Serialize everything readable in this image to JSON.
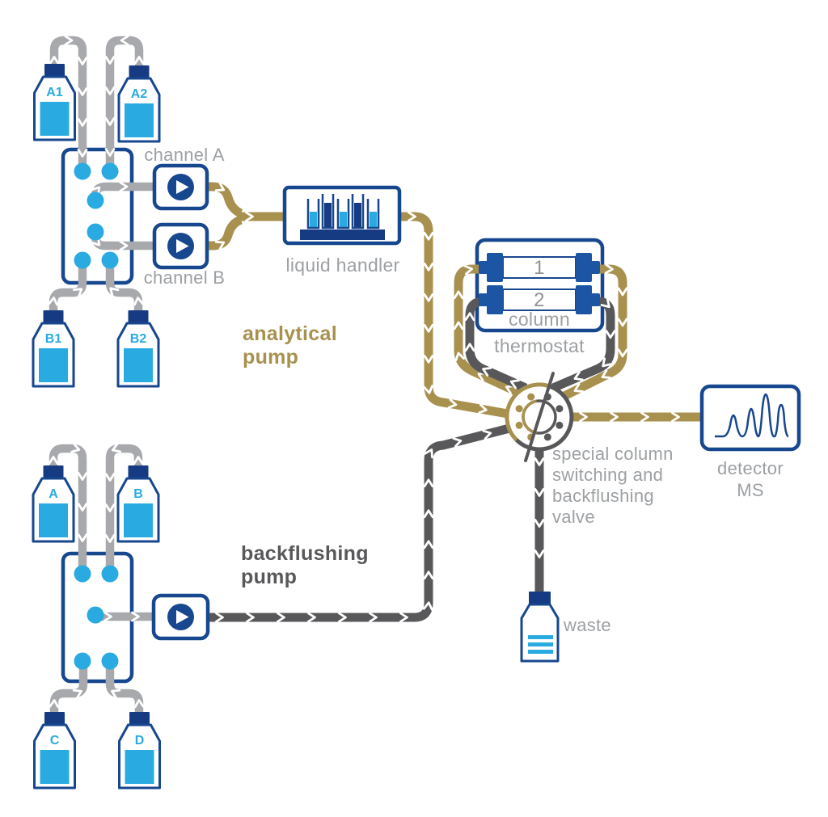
{
  "palette": {
    "blue_outline": "#17478e",
    "navy": "#173b82",
    "fitting_blue": "#1c55a4",
    "liquid_blue": "#29abe2",
    "tube_gray": "#a7a9ac",
    "tube_dark": "#58585a",
    "tube_gold": "#a8914f",
    "label_gray": "#9da0a3",
    "number_gray": "#919396",
    "white": "#ffffff"
  },
  "bottles": {
    "a1": "A1",
    "a2": "A2",
    "b1": "B1",
    "b2": "B2",
    "a": "A",
    "b": "B",
    "c": "C",
    "d": "D"
  },
  "labels": {
    "channel_a": "channel A",
    "channel_b": "channel B",
    "analytical_pump": [
      "analytical",
      "pump"
    ],
    "backflushing_pump": [
      "backflushing",
      "pump"
    ],
    "liquid_handler": "liquid handler",
    "column": "column",
    "thermostat": "thermostat",
    "column_numbers": [
      "1",
      "2"
    ],
    "valve": [
      "special column",
      "switching and",
      "backflushing",
      "valve"
    ],
    "detector": [
      "detector",
      "MS"
    ],
    "waste": "waste"
  }
}
